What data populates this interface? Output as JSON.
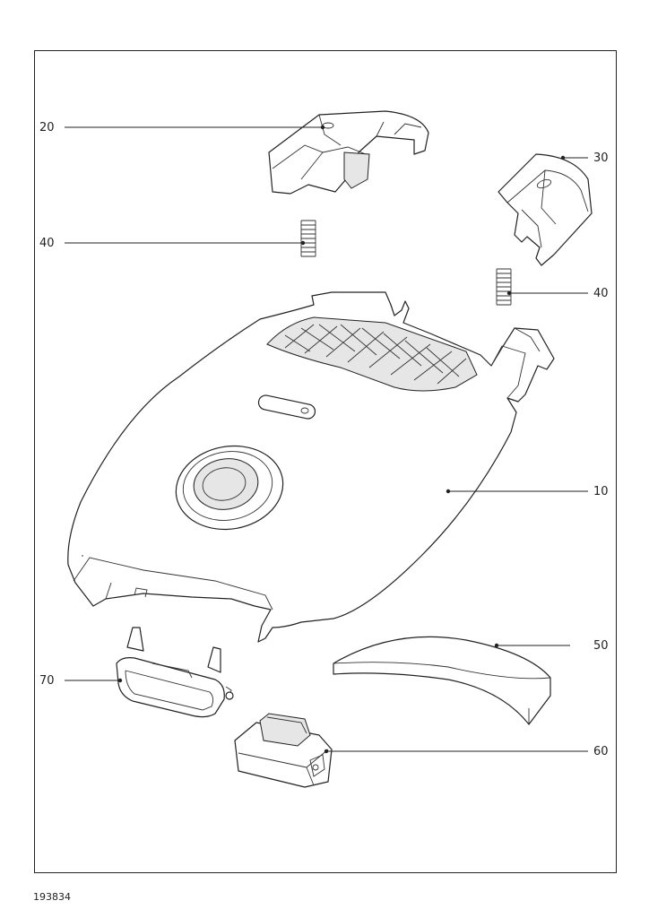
{
  "labels": {
    "p20": "20",
    "p30": "30",
    "p40a": "40",
    "p40b": "40",
    "p10": "10",
    "p50": "50",
    "p70": "70",
    "p60": "60"
  },
  "document_number": "193834"
}
